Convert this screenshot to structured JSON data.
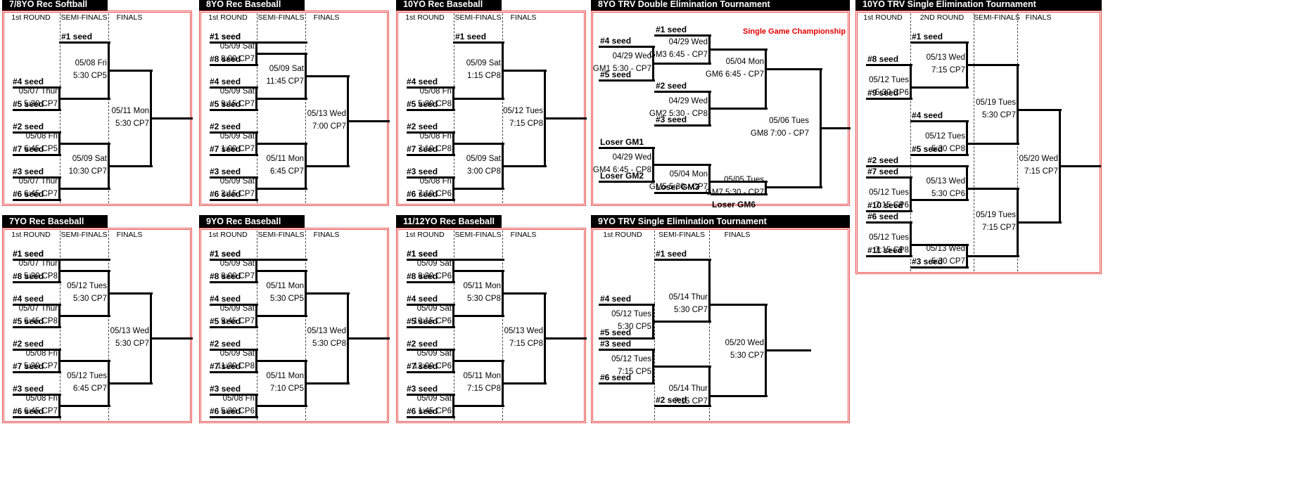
{
  "headers": {
    "r1": "1st ROUND",
    "r2": "2ND ROUND",
    "sf": "SEMI-FINALS",
    "fin": "FINALS"
  },
  "brackets": [
    {
      "title": "7/8YO Rec Softball",
      "seeds": [
        "#1 seed",
        "#4 seed",
        "#5 seed",
        "#2 seed",
        "#7 seed",
        "#3 seed",
        "#6 seed"
      ],
      "r1": [
        [
          "05/07 Thur",
          "5:30 CP7"
        ],
        [
          "05/08 Fri",
          "6:45 CP5"
        ],
        [
          "05/07 Thur",
          "6:45 CP7"
        ]
      ],
      "sf": [
        [
          "05/08 Fri",
          "5:30 CP5"
        ],
        [
          "05/09 Sat",
          "10:30 CP7"
        ]
      ],
      "final": [
        "05/11 Mon",
        "5:30 CP7"
      ]
    },
    {
      "title": "8YO Rec Baseball",
      "seeds": [
        "#1 seed",
        "#8 seed",
        "#4 seed",
        "#5 seed",
        "#2 seed",
        "#7 seed",
        "#3 seed",
        "#6 seed"
      ],
      "r1": [
        [
          "05/09 Sat",
          "8:00 CP7"
        ],
        [
          "05/09 Sat",
          "9:15 CP7"
        ],
        [
          "05/09 Sat",
          "1:00 CP7"
        ],
        [
          "05/09 Sat",
          "2:15 CP7"
        ]
      ],
      "sf": [
        [
          "05/09 Sat",
          "11:45 CP7"
        ],
        [
          "05/11 Mon",
          "6:45 CP7"
        ]
      ],
      "final": [
        "05/13 Wed",
        "7:00 CP7"
      ]
    },
    {
      "title": "10YO Rec Baseball",
      "seeds": [
        "#1 seed",
        "#4 seed",
        "#5 seed",
        "#2 seed",
        "#7 seed",
        "#3 seed",
        "#6 seed"
      ],
      "r1": [
        [
          "05/08 Fri",
          "5:30 CP8"
        ],
        [
          "05/08 Fri",
          "7:10 CP8"
        ],
        [
          "05/08 Fri",
          "7:10 CP6"
        ]
      ],
      "sf": [
        [
          "05/09 Sat",
          "1:15 CP8"
        ],
        [
          "05/09 Sat",
          "3:00 CP8"
        ]
      ],
      "final": [
        "05/12 Tues",
        "7:15 CP8"
      ]
    },
    {
      "title": "7YO Rec Baseball",
      "seeds": [
        "#1 seed",
        "#8 seed",
        "#4 seed",
        "#5 seed",
        "#2 seed",
        "#7 seed",
        "#3 seed",
        "#6 seed"
      ],
      "r1": [
        [
          "05/07 Thur",
          "5:30 CP8"
        ],
        [
          "05/07 Thur",
          "6:45 CP8"
        ],
        [
          "05/08 Fri",
          "5:30 CP7"
        ],
        [
          "05/08 Fri",
          "6:45 CP7"
        ]
      ],
      "sf": [
        [
          "05/12 Tues",
          "5:30 CP7"
        ],
        [
          "05/12 Tues",
          "6:45 CP7"
        ]
      ],
      "final": [
        "05/13 Wed",
        "5:30 CP7"
      ]
    },
    {
      "title": "9YO Rec Baseball",
      "seeds": [
        "#1 seed",
        "#8 seed",
        "#4 seed",
        "#5 seed",
        "#2 seed",
        "#7 seed",
        "#3 seed",
        "#6 seed"
      ],
      "r1": [
        [
          "05/09 Sat",
          "8:00 CP7"
        ],
        [
          "05/09 Sat",
          "9:45 CP7"
        ],
        [
          "05/09 Sat",
          "11:30 CP8"
        ],
        [
          "05/08 Fri",
          "5:30 CP6"
        ]
      ],
      "sf": [
        [
          "05/11 Mon",
          "5:30 CP5"
        ],
        [
          "05/11 Mon",
          "7:10 CP5"
        ]
      ],
      "final": [
        "05/13 Wed",
        "5:30 CP8"
      ]
    },
    {
      "title": "11/12YO Rec Baseball",
      "seeds": [
        "#1 seed",
        "#8 seed",
        "#4 seed",
        "#5 seed",
        "#2 seed",
        "#7 seed",
        "#3 seed",
        "#6 seed"
      ],
      "r1": [
        [
          "05/09 Sat",
          "8:30 CP6"
        ],
        [
          "05/09 Sat",
          "10:15 CP6"
        ],
        [
          "05/09 Sat",
          "12:00 CP6"
        ],
        [
          "05/09 Sat",
          "1:45 CP6"
        ]
      ],
      "sf": [
        [
          "05/11 Mon",
          "5:30 CP8"
        ],
        [
          "05/11 Mon",
          "7:15 CP8"
        ]
      ],
      "final": [
        "05/13 Wed",
        "7:15 CP8"
      ]
    }
  ],
  "double_elim": {
    "title": "8YO TRV Double Elimination Tournament",
    "note": "Single Game Championship",
    "labels": [
      "#1 seed",
      "#4 seed",
      "#5 seed",
      "#2 seed",
      "#3 seed",
      "Loser GM1",
      "Loser GM2",
      "Loser GM3",
      "Loser GM6"
    ],
    "games": [
      [
        "04/29 Wed",
        "GM1 5:30 - CP7"
      ],
      [
        "04/29 Wed",
        "GM3 6:45 - CP7"
      ],
      [
        "04/29 Wed",
        "GM2 5:30 - CP8"
      ],
      [
        "05/04 Mon",
        "GM6 6:45 - CP7"
      ],
      [
        "05/06 Tues",
        "GM8 7:00 - CP7"
      ],
      [
        "04/29 Wed",
        "GM4 6:45 - CP8"
      ],
      [
        "05/04 Mon",
        "GM5 5:30 - CP7"
      ],
      [
        "05/05 Tues",
        "GM7 5:30 - CP7"
      ]
    ]
  },
  "single_elim_9": {
    "title": "9YO TRV Single Elimination Tournament",
    "seeds": [
      "#1 seed",
      "#4 seed",
      "#5 seed",
      "#3 seed",
      "#6 seed",
      "#2 seed"
    ],
    "r1": [
      [
        "05/12 Tues",
        "5:30 CP5"
      ],
      [
        "05/12 Tues",
        "7:15 CP5"
      ]
    ],
    "sf": [
      [
        "05/14 Thur",
        "5:30 CP7"
      ],
      [
        "05/14 Thur",
        "7:15 CP7"
      ]
    ],
    "final": [
      "05/20 Wed",
      "5:30 CP7"
    ]
  },
  "single_elim_10": {
    "title": "10YO TRV Single Elimination Tournament",
    "seeds": [
      "#1 seed",
      "#8 seed",
      "#9 seed",
      "#4 seed",
      "#5 seed",
      "#2 seed",
      "#7 seed",
      "#10 seed",
      "#6 seed",
      "#11 seed",
      "#3 seed"
    ],
    "r1": [
      [
        "05/12 Tues",
        "5:30 CP6"
      ],
      [
        "05/12 Tues",
        "7:15 CP6"
      ],
      [
        "05/12 Tues",
        "7:15 CP8"
      ]
    ],
    "r2": [
      [
        "05/13 Wed",
        "7:15 CP7"
      ],
      [
        "05/12 Tues",
        "5:30 CP8"
      ],
      [
        "05/13 Wed",
        "5:30 CP6"
      ],
      [
        "05/13 Wed",
        "5:30 CP7"
      ]
    ],
    "sf": [
      [
        "05/19 Tues",
        "5:30 CP7"
      ],
      [
        "05/19 Tues",
        "7:15 CP7"
      ]
    ],
    "final": [
      "05/20 Wed",
      "7:15 CP7"
    ]
  }
}
